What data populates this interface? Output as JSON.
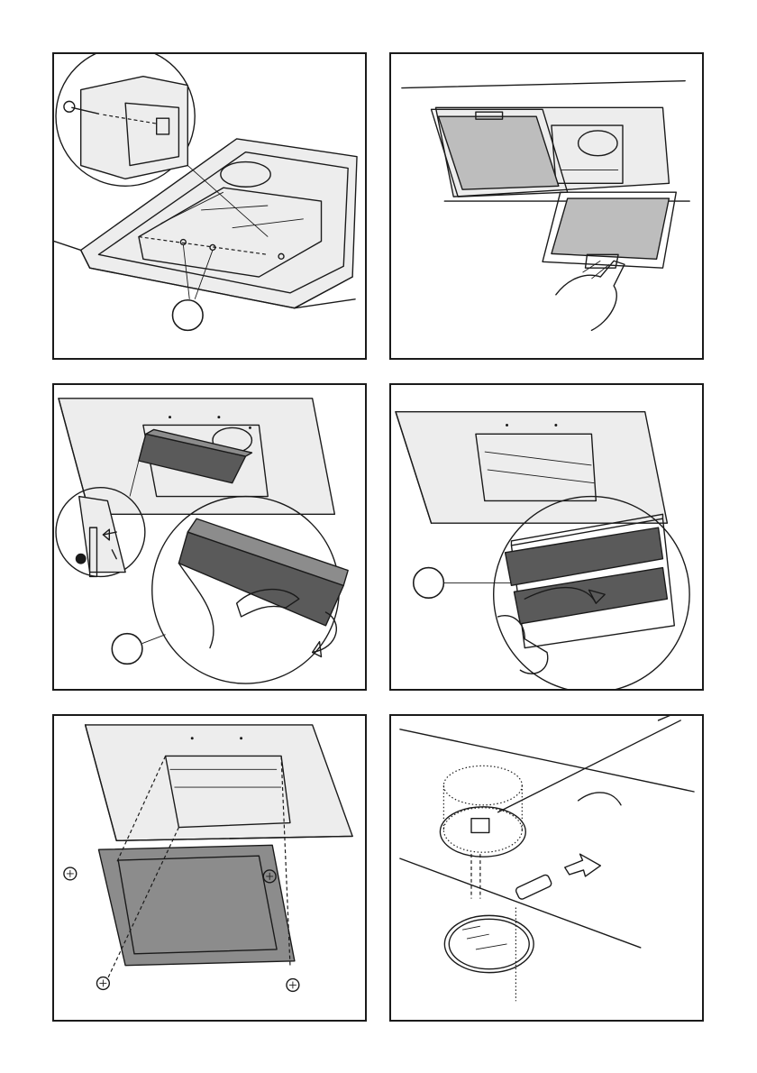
{
  "panels": [
    {
      "id": "p1",
      "step": "remove-screws-front-plate"
    },
    {
      "id": "p2",
      "step": "remove-grease-filters"
    },
    {
      "id": "p3",
      "step": "insert-charcoal-filter"
    },
    {
      "id": "p4",
      "step": "fit-charcoal-filter-frame"
    },
    {
      "id": "p5",
      "step": "fix-frame-with-screws"
    },
    {
      "id": "p6",
      "step": "replace-lamp"
    }
  ],
  "callouts": [
    {
      "panel": "p1",
      "label": ""
    },
    {
      "panel": "p3",
      "label": ""
    },
    {
      "panel": "p4",
      "label": ""
    }
  ],
  "colors": {
    "ink": "#1a1a1a",
    "filter_dark": "#5a5a5a",
    "filter_mid": "#8c8c8c",
    "surface": "#ededed"
  }
}
